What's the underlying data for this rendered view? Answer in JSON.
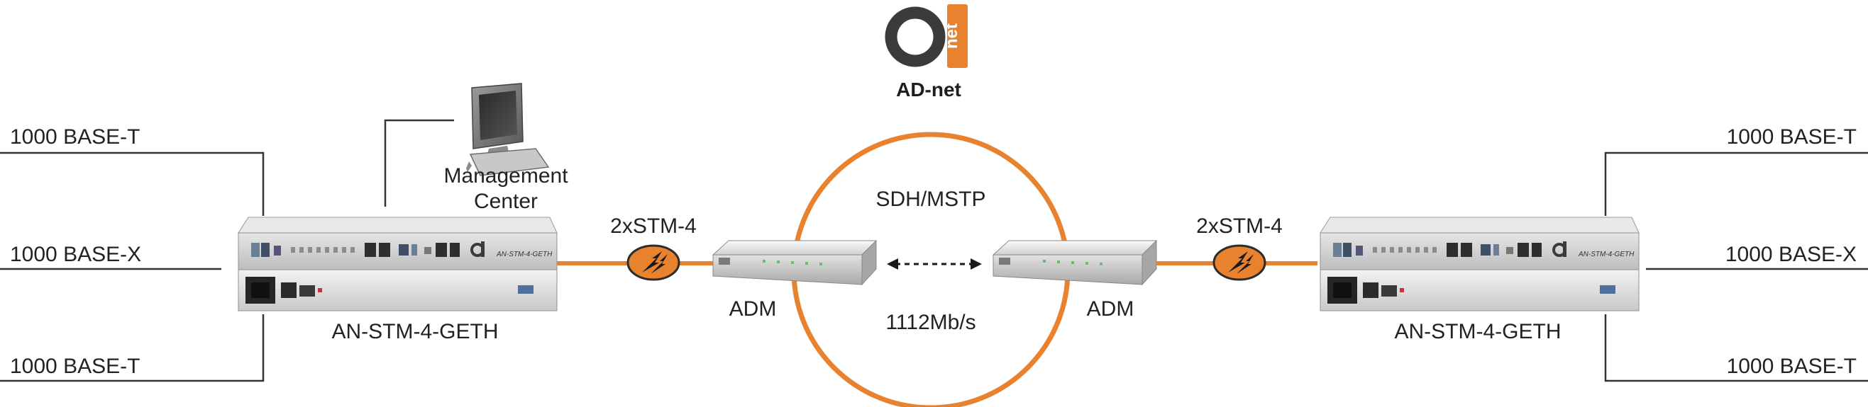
{
  "brand": {
    "name": "AD-net",
    "logo_letters": "net",
    "logo_color": "#3b3b3b",
    "accent_color": "#e8822e"
  },
  "ring": {
    "top_label": "SDH/MSTP",
    "bottom_label": "1112Mb/s",
    "color": "#e8822e"
  },
  "left": {
    "port_top": "1000 BASE-T",
    "port_mid": "1000 BASE-X",
    "port_bottom": "1000 BASE-T",
    "device_name": "AN-STM-4-GETH",
    "device_panel_text": "AN-STM-4-GETH",
    "link_label": "2xSTM-4",
    "adm_label": "ADM"
  },
  "right": {
    "port_top": "1000 BASE-T",
    "port_mid": "1000 BASE-X",
    "port_bottom": "1000 BASE-T",
    "device_name": "AN-STM-4-GETH",
    "device_panel_text": "AN-STM-4-GETH",
    "link_label": "2xSTM-4",
    "adm_label": "ADM"
  },
  "management": {
    "line1": "Management",
    "line2": "Center"
  },
  "icons": {
    "computer": "computer-icon",
    "lightning": "lightning-icon",
    "adm": "adm-router-icon",
    "device": "rack-unit-icon"
  }
}
